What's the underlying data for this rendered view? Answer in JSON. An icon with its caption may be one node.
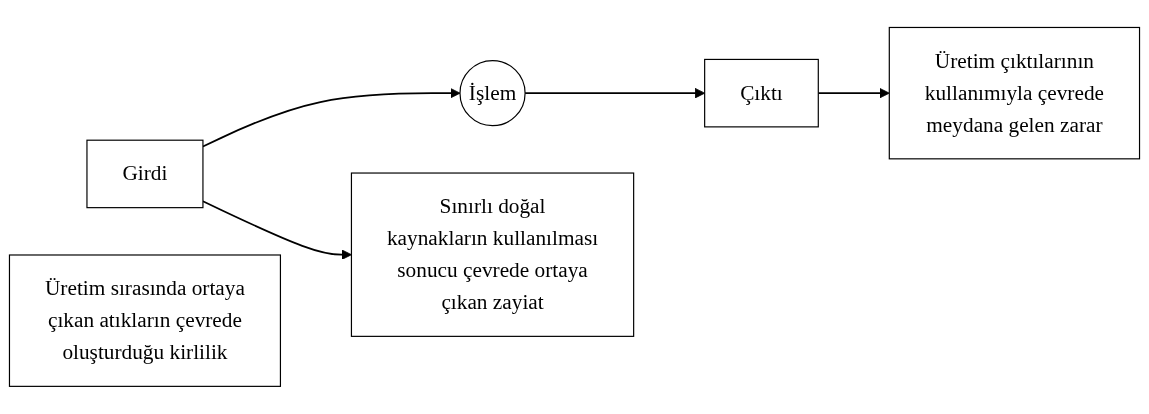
{
  "diagram": {
    "nodes": [
      {
        "text": [
          "Girdi"
        ]
      },
      {
        "text": [
          "İşlem"
        ]
      },
      {
        "text": [
          "Çıktı"
        ]
      },
      {
        "text": [
          "Sınırlı doğal kaynakların kullanılması sonucu çevrede ortaya çıkan zayiat"
        ]
      },
      {
        "text": [
          "Üretim sırasında ortaya çıkan atıkların çevrede oluşturduğu kirlilik"
        ]
      },
      {
        "text": [
          "Üretim çıktılarının kullanımıyla çevrede meydana gelen zarar"
        ]
      }
    ],
    "edges": [
      {
        "from": 0,
        "to": 1,
        "arrow": "to"
      },
      {
        "from": 1,
        "to": 2,
        "arrow": "to"
      },
      {
        "from": 0,
        "to": 3,
        "arrow": "to"
      },
      {
        "from": 2,
        "to": 5,
        "arrow": "to"
      }
    ]
  }
}
